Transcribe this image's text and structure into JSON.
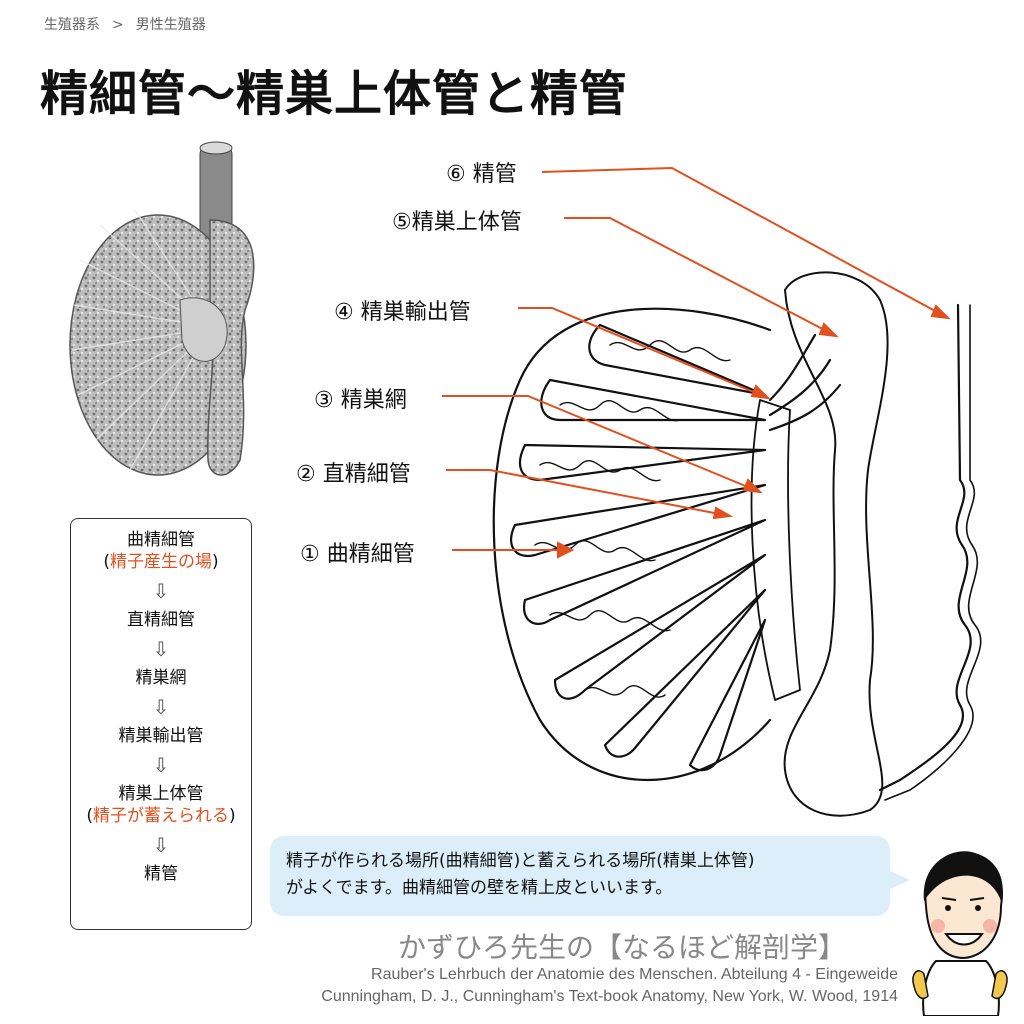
{
  "breadcrumb": {
    "parent": "生殖器系",
    "separator": ">",
    "current": "男性生殖器"
  },
  "title": "精細管〜精巣上体管と精管",
  "flow": {
    "steps": [
      {
        "label": "曲精細管",
        "note": "精子産生の場"
      },
      {
        "label": "直精細管"
      },
      {
        "label": "精巣網"
      },
      {
        "label": "精巣輸出管"
      },
      {
        "label": "精巣上体管",
        "note": "精子が蓄えられる"
      },
      {
        "label": "精管"
      }
    ],
    "arrow": "⇩",
    "paren_open": "(",
    "paren_close": ")"
  },
  "labels": {
    "l6": "⑥ 精管",
    "l5": "⑤精巣上体管",
    "l4": "④ 精巣輸出管",
    "l3": "③ 精巣網",
    "l2": "② 直精細管",
    "l1": "① 曲精細管"
  },
  "bubble": {
    "line1": "精子が作られる場所(曲精細管)と蓄えられる場所(精巣上体管)",
    "line2": "がよくでます。曲精細管の壁を精上皮といいます。"
  },
  "brand": "かずひろ先生の【なるほど解剖学】",
  "credits": {
    "line1": "Rauber's Lehrbuch der Anatomie des Menschen. Abteilung 4 - Eingeweide",
    "line2": "Cunningham, D. J., Cunningham's Text-book Anatomy, New York, W. Wood, 1914"
  },
  "colors": {
    "accent": "#e1501e",
    "bubble": "#dceef9",
    "text": "#111111"
  }
}
